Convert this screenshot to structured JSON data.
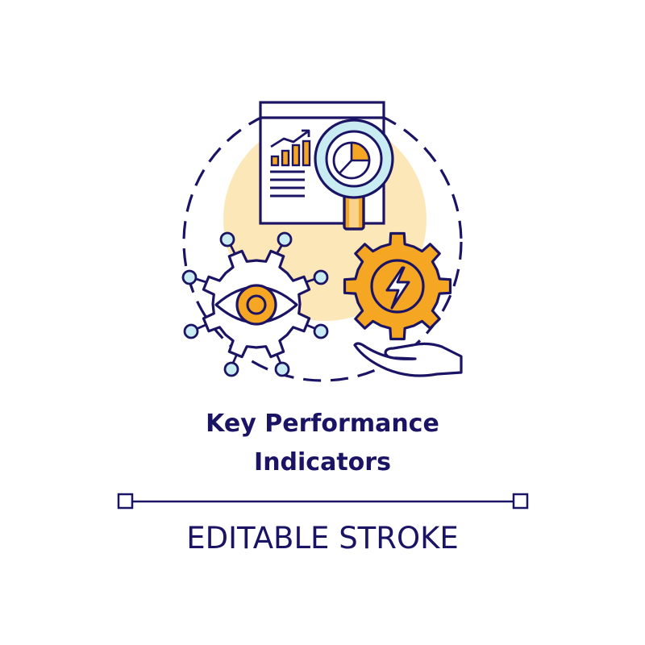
{
  "title": {
    "line1": "Key Performance",
    "line2": "Indicators"
  },
  "subtitle": "EDITABLE STROKE",
  "icons": {
    "report": "report-document-icon",
    "bar_chart": "bar-chart-icon",
    "trend_arrow": "trend-arrow-icon",
    "magnifier": "magnifying-glass-icon",
    "pie_chart": "pie-chart-icon",
    "eye_gear": "eye-gear-icon",
    "network_nodes": "network-node-icon",
    "power_gear": "lightning-gear-icon",
    "hand": "open-hand-icon",
    "dashed_ring": "dashed-circle-icon",
    "stroke_handles": "editable-stroke-handle-icon"
  },
  "colors": {
    "outline": "#1b1464",
    "orange": "#f5a623",
    "yellow_light": "#fce7b8",
    "blue_light": "#c9ecf3",
    "white": "#ffffff"
  }
}
